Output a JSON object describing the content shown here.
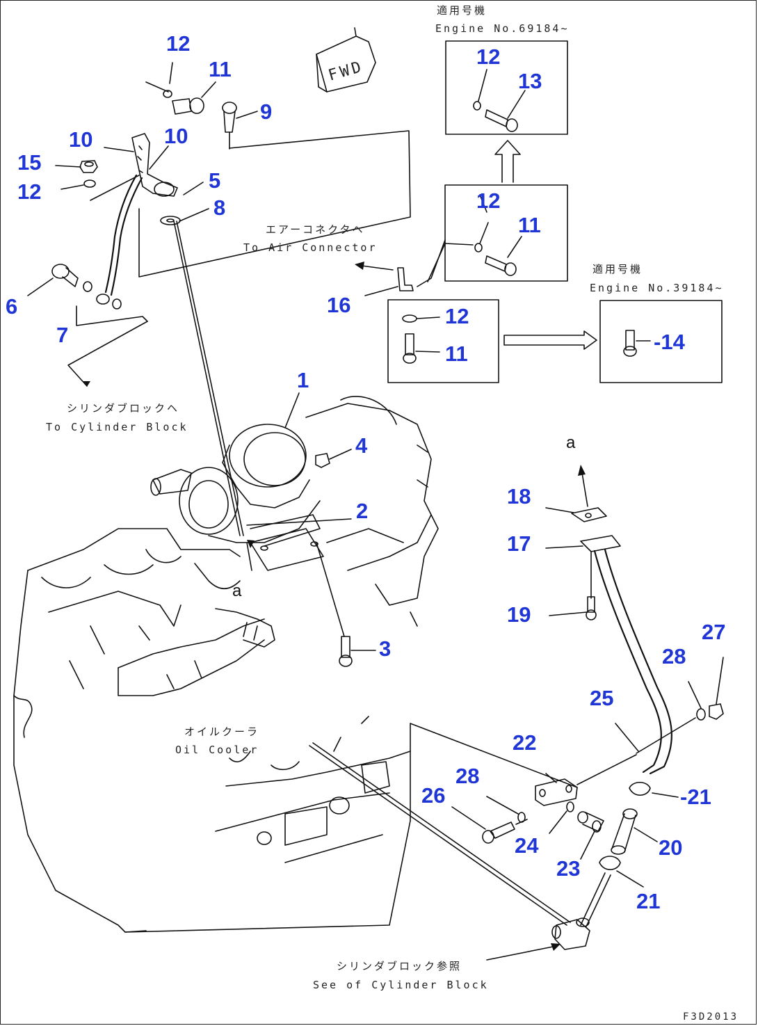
{
  "callouts": {
    "n1": "1",
    "n2": "2",
    "n3": "3",
    "n4": "4",
    "n5": "5",
    "n6": "6",
    "n7": "7",
    "n8": "8",
    "n9": "9",
    "n10a": "10",
    "n10b": "10",
    "n11": "11",
    "n12a": "12",
    "n12b": "12",
    "n15": "15",
    "box1_12": "12",
    "box1_13": "13",
    "box2_12": "12",
    "box2_11": "11",
    "box3_12": "12",
    "box3_11": "11",
    "box4_14": "-14",
    "n16": "16",
    "n17": "17",
    "n18": "18",
    "n19": "19",
    "n20": "20",
    "n21a": "21",
    "n21b": "-21",
    "n22": "22",
    "n23": "23",
    "n24": "24",
    "n25": "25",
    "n26": "26",
    "n27": "27",
    "n28a": "28",
    "n28b": "28"
  },
  "notes": {
    "applicable_jp_1": "適用号機",
    "engine_no_1": "Engine No.69184~",
    "applicable_jp_2": "適用号機",
    "engine_no_2": "Engine No.39184~",
    "air_connector_jp": "エアーコネクタヘ",
    "air_connector_en": "To Air Connector",
    "cyl_block_jp": "シリンダブロックヘ",
    "cyl_block_en": "To Cylinder Block",
    "oil_cooler_jp": "オイルクーラ",
    "oil_cooler_en": "Oil Cooler",
    "see_cyl_jp": "シリンダブロック参照",
    "see_cyl_en": "See of Cylinder Block",
    "ref_letter_a1": "a",
    "ref_letter_a2": "a",
    "fwd_label": "FWD",
    "figure_code": "F3D2013"
  }
}
